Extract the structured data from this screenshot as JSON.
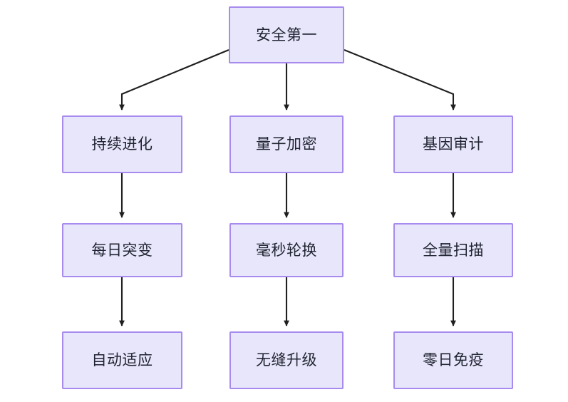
{
  "diagram": {
    "type": "flowchart",
    "direction": "top-down",
    "background_color": "#ffffff",
    "node_fill_color": "#e8e6fb",
    "node_border_color": "#a78bee",
    "edge_color": "#1f1f1f",
    "text_color": "#1f2430",
    "nodes": {
      "root": {
        "label": "安全第一"
      },
      "col1": {
        "row2": {
          "label": "持续进化"
        },
        "row3": {
          "label": "每日突变"
        },
        "row4": {
          "label": "自动适应"
        }
      },
      "col2": {
        "row2": {
          "label": "量子加密"
        },
        "row3": {
          "label": "毫秒轮换"
        },
        "row4": {
          "label": "无缝升级"
        }
      },
      "col3": {
        "row2": {
          "label": "基因审计"
        },
        "row3": {
          "label": "全量扫描"
        },
        "row4": {
          "label": "零日免疫"
        }
      }
    },
    "edges": [
      {
        "from": "安全第一",
        "to": "持续进化",
        "style": "elbow-left-arrow"
      },
      {
        "from": "安全第一",
        "to": "量子加密",
        "style": "straight-arrow"
      },
      {
        "from": "安全第一",
        "to": "基因审计",
        "style": "elbow-right-arrow"
      },
      {
        "from": "持续进化",
        "to": "每日突变",
        "style": "straight-arrow"
      },
      {
        "from": "量子加密",
        "to": "毫秒轮换",
        "style": "straight-arrow"
      },
      {
        "from": "基因审计",
        "to": "全量扫描",
        "style": "straight-arrow"
      },
      {
        "from": "每日突变",
        "to": "自动适应",
        "style": "straight-arrow"
      },
      {
        "from": "毫秒轮换",
        "to": "无缝升级",
        "style": "straight-arrow"
      },
      {
        "from": "全量扫描",
        "to": "零日免疫",
        "style": "straight-arrow"
      }
    ]
  }
}
